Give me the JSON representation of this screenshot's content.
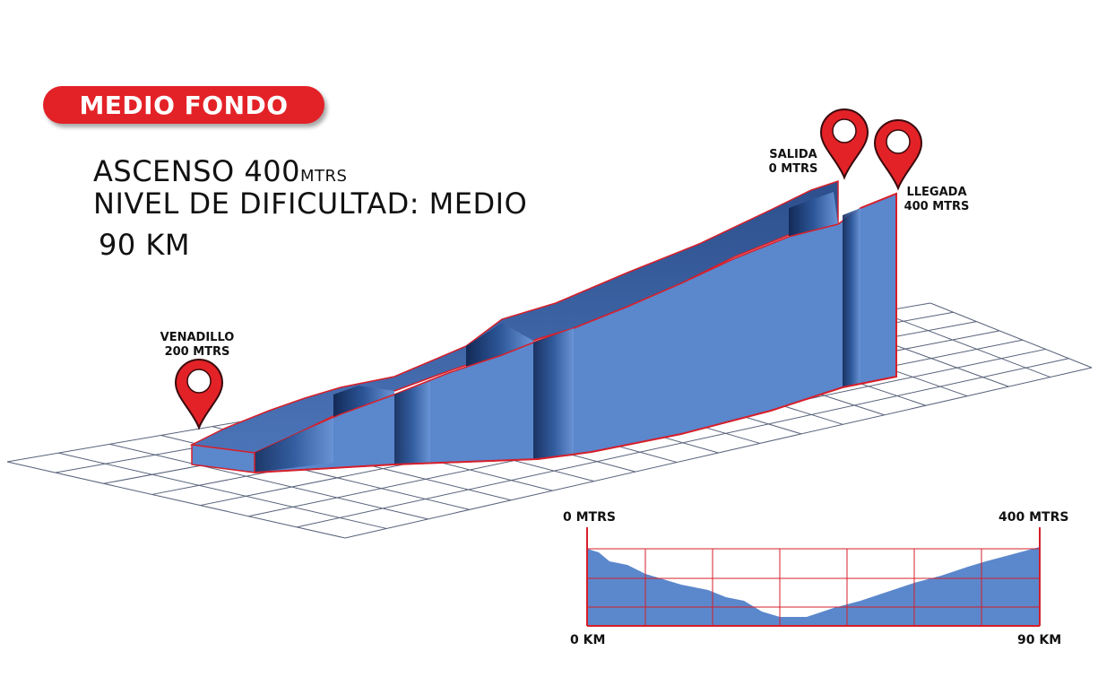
{
  "badge": {
    "label": "MEDIO FONDO",
    "color": "#e32227"
  },
  "info": {
    "ascent_label": "ASCENSO 400",
    "ascent_unit": "MTRS",
    "difficulty": "NIVEL DE DIFICULTAD: MEDIO",
    "distance": "90 KM"
  },
  "markers": {
    "venadillo": {
      "name": "VENADILLO",
      "altitude": "200 MTRS",
      "icon": "map-pin-icon"
    },
    "salida": {
      "name": "SALIDA",
      "altitude": "0 MTRS",
      "icon": "map-pin-icon"
    },
    "llegada": {
      "name": "LLEGADA",
      "altitude": "400 MTRS",
      "icon": "map-pin-icon"
    }
  },
  "mini_profile": {
    "top_left": "0 MTRS",
    "top_right": "400 MTRS",
    "bottom_left": "0 KM",
    "bottom_right": "90 KM"
  },
  "colors": {
    "accent": "#e32227",
    "profile_front": "#5b87cc",
    "profile_dark": "#1d3b73",
    "grid": "#58627a"
  }
}
